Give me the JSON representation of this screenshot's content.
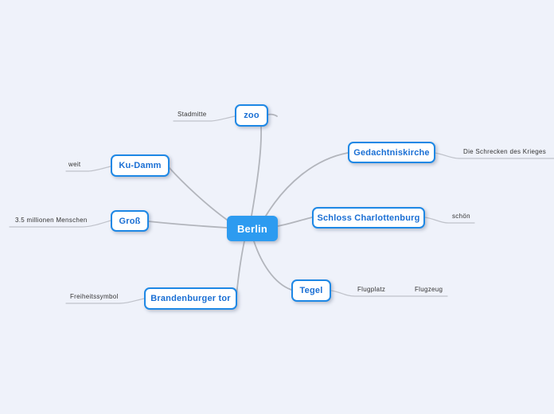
{
  "app": {
    "title": "Berlin mind map"
  },
  "palette": {
    "bg": "#eff2fa",
    "node_border": "#1e88e5",
    "node_text": "#1a6fd4",
    "root_fill": "#2d9bf0",
    "root_text": "#ffffff",
    "connector": "#b2b5bc",
    "sub_connector": "#bfc2ca",
    "label_text": "#333333"
  },
  "nodes": {
    "berlin": {
      "label": "Berlin"
    },
    "zoo": {
      "label": "zoo"
    },
    "gedachtniskirche": {
      "label": "Gedachtniskirche"
    },
    "ku_damm": {
      "label": "Ku-Damm"
    },
    "gross": {
      "label": "Groß"
    },
    "schloss_charlottenburg": {
      "label": "Schloss Charlottenburg"
    },
    "tegel": {
      "label": "Tegel"
    },
    "brandenburger_tor": {
      "label": "Brandenburger tor"
    }
  },
  "labels": {
    "stadmitte": {
      "text": "Stadmitte"
    },
    "weit": {
      "text": "weit"
    },
    "millionen": {
      "text": "3.5 millionen Menschen"
    },
    "die_schrecken": {
      "text": "Die Schrecken des Krieges"
    },
    "schoen": {
      "text": "schön"
    },
    "flugplatz": {
      "text": "Flugplatz"
    },
    "flugzeug": {
      "text": "Flugzeug"
    },
    "freiheitssymbol": {
      "text": "Freiheitssymbol"
    }
  }
}
